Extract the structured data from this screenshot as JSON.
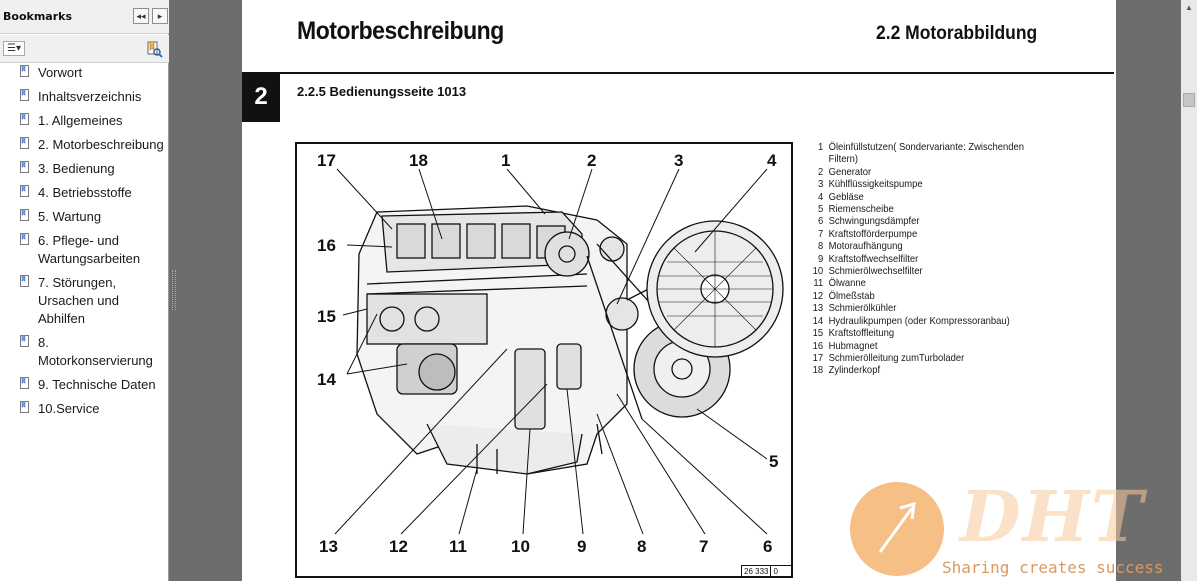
{
  "panel": {
    "title": "Bookmarks",
    "collapse_icon": "double-left-arrow-icon",
    "expand_icon": "right-arrow-icon",
    "options_icon": "options-menu-icon",
    "find_icon": "find-bookmark-icon",
    "items": [
      {
        "label": "Vorwort"
      },
      {
        "label": "Inhaltsverzeichnis"
      },
      {
        "label": " 1. Allgemeines"
      },
      {
        "label": " 2. Motorbeschreibung"
      },
      {
        "label": " 3. Bedienung"
      },
      {
        "label": " 4. Betriebsstoffe"
      },
      {
        "label": " 5. Wartung"
      },
      {
        "label": " 6. Pflege- und Wartungsarbeiten"
      },
      {
        "label": " 7. Störungen, Ursachen und Abhilfen"
      },
      {
        "label": " 8. Motorkonservierung"
      },
      {
        "label": " 9. Technische Daten"
      },
      {
        "label": "10.Service"
      }
    ]
  },
  "document": {
    "title": "Motorbeschreibung",
    "section": "2.2 Motorabbildung",
    "chapter": "2",
    "subsection": "2.2.5  Bedienungsseite 1013",
    "figure_id": [
      "26 333",
      "0"
    ],
    "callouts": [
      "17",
      "18",
      "1",
      "2",
      "3",
      "4",
      "16",
      "15",
      "14",
      "5",
      "13",
      "12",
      "11",
      "10",
      "9",
      "8",
      "7",
      "6"
    ],
    "legend": [
      {
        "n": "1",
        "text": "Öleinfüllstutzen( Sondervariante: Zwischenden Filtern)"
      },
      {
        "n": "2",
        "text": "Generator"
      },
      {
        "n": "3",
        "text": "Kühlflüssigkeitspumpe"
      },
      {
        "n": "4",
        "text": "Gebläse"
      },
      {
        "n": "5",
        "text": "Riemenscheibe"
      },
      {
        "n": "6",
        "text": "Schwingungsdämpfer"
      },
      {
        "n": "7",
        "text": "Kraftstofförderpumpe"
      },
      {
        "n": "8",
        "text": "Motoraufhängung"
      },
      {
        "n": "9",
        "text": "Kraftstoffwechselfilter"
      },
      {
        "n": "10",
        "text": "Schmierölwechselfilter"
      },
      {
        "n": "11",
        "text": "Ölwanne"
      },
      {
        "n": "12",
        "text": "Ölmeßstab"
      },
      {
        "n": "13",
        "text": "Schmierölkühler"
      },
      {
        "n": "14",
        "text": "Hydraulikpumpen (oder Kompressoranbau)"
      },
      {
        "n": "15",
        "text": "Kraftstoffleitung"
      },
      {
        "n": "16",
        "text": "Hubmagnet"
      },
      {
        "n": "17",
        "text": "Schmierölleitung zumTurbolader"
      },
      {
        "n": "18",
        "text": "Zylinderkopf"
      }
    ]
  },
  "watermark": {
    "logo": "DHT",
    "tagline": "Sharing creates success",
    "color": "#f5b26b"
  }
}
